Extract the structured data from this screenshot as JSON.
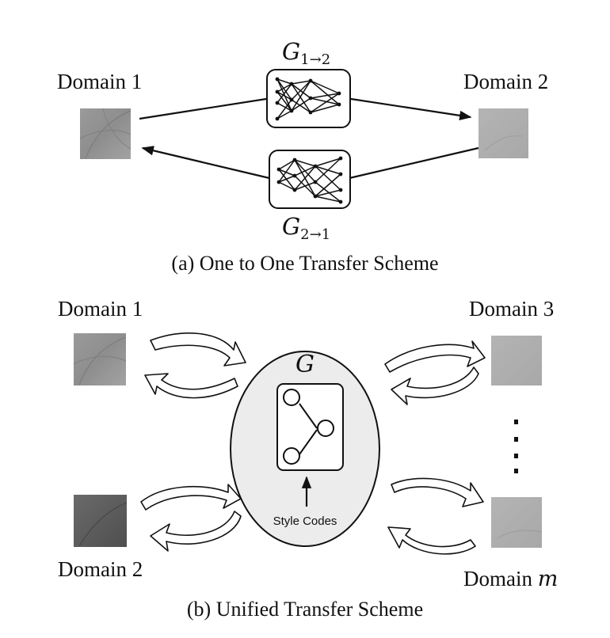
{
  "scheme_a": {
    "domain1_label": "Domain 1",
    "domain2_label": "Domain 2",
    "generator_top": "G",
    "generator_top_sub": "1→2",
    "generator_bottom": "G",
    "generator_bottom_sub": "2→1",
    "caption": "(a) One to One Transfer Scheme"
  },
  "scheme_b": {
    "domain1_label": "Domain 1",
    "domain2_label": "Domain 2",
    "domain3_label": "Domain 3",
    "domainm_label": "Domain ",
    "domainm_var": "m",
    "generator_label": "G",
    "style_codes_label": "Style Codes",
    "caption": "(b) Unified Transfer Scheme"
  },
  "colors": {
    "ellipse_fill": "#ececec",
    "texture_light": "#a6a6a6",
    "texture_dark": "#5e5e5e"
  }
}
